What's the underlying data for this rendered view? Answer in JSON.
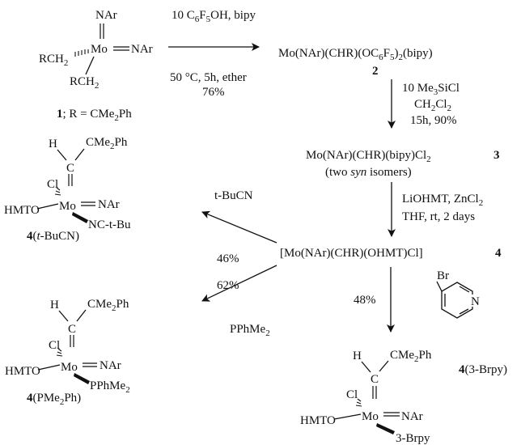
{
  "compound1": {
    "nar_top": "NAr",
    "mo_line": "Mo",
    "nar_right": "NAr",
    "rch2_left": "RCH2",
    "rch2_bottom": "RCH2",
    "caption_num": "1",
    "caption_rest": "; R = CMe2Ph"
  },
  "step1": {
    "reagent": "10 C6F5OH, bipy",
    "conditions": "50 °C, 5h, ether",
    "yield": "76%"
  },
  "compound2": {
    "formula": "Mo(NAr)(CHR)(OC6F5)2(bipy)",
    "label": "2"
  },
  "step2": {
    "reagent": "10 Me3SiCl",
    "solvent": "CH2Cl2",
    "conditions": "15h, 90%"
  },
  "compound3": {
    "formula": "Mo(NAr)(CHR)(bipy)Cl2",
    "label": "3",
    "note_open": "(two ",
    "note_italic": "syn",
    "note_close": " isomers)"
  },
  "step3": {
    "reagent": "LiOHMT, ZnCl2",
    "conditions": "THF, rt, 2 days"
  },
  "compound4": {
    "formula": "[Mo(NAr)(CHR)(OHMT)Cl]",
    "label": "4"
  },
  "arrow_tbucn": {
    "reagent": "t-BuCN",
    "yield": "46%"
  },
  "arrow_pphme2": {
    "yield": "62%",
    "reagent": "PPhMe2"
  },
  "arrow_brpy": {
    "yield": "48%",
    "reagent_br": "Br",
    "reagent_n": "N"
  },
  "product_tbucn": {
    "h": "H",
    "c": "C",
    "cme2ph": "CMe2Ph",
    "cl": "Cl",
    "hmto": "HMTO",
    "mo": "Mo",
    "nar": "NAr",
    "ligand": "NC-t-Bu",
    "caption_num": "4",
    "caption_open": "(",
    "caption_italic": "t",
    "caption_close": "-BuCN)"
  },
  "product_pme2ph": {
    "h": "H",
    "c": "C",
    "cme2ph": "CMe2Ph",
    "cl": "Cl",
    "hmto": "HMTO",
    "mo": "Mo",
    "nar": "NAr",
    "ligand": "PPhMe2",
    "caption_num": "4",
    "caption_rest": "(PMe2Ph)"
  },
  "product_brpy": {
    "h": "H",
    "c": "C",
    "cme2ph": "CMe2Ph",
    "cl": "Cl",
    "hmto": "HMTO",
    "mo": "Mo",
    "nar": "NAr",
    "ligand": "3-Brpy",
    "caption_num": "4",
    "caption_rest": "(3-Brpy)"
  }
}
